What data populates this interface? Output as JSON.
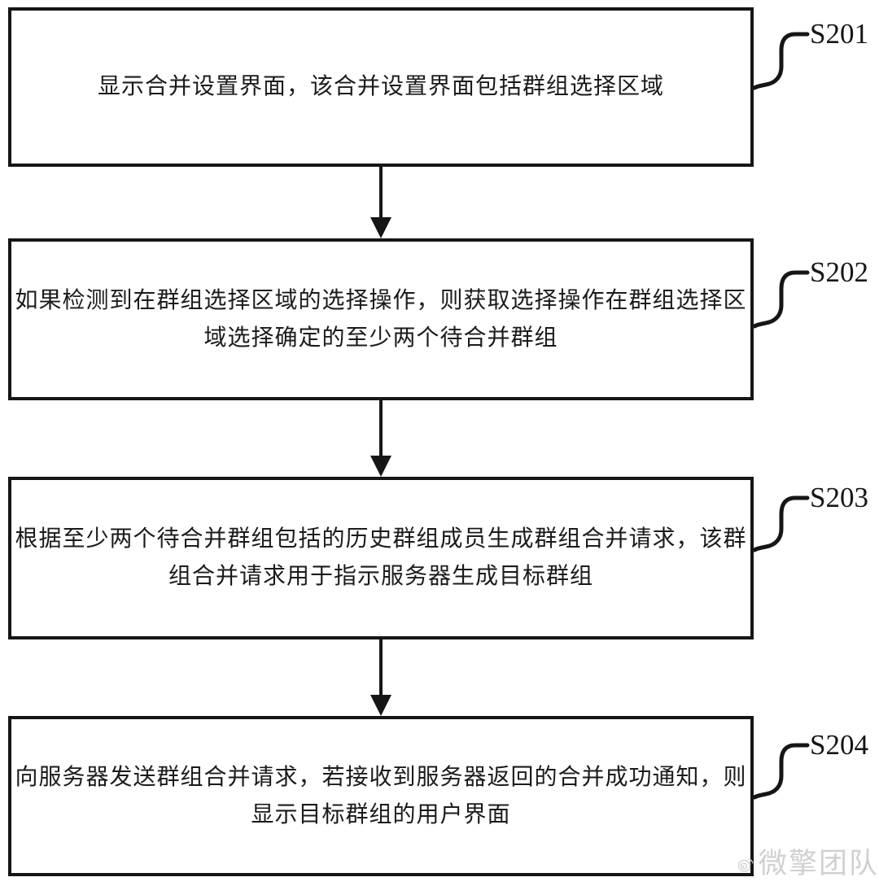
{
  "figure": {
    "type": "flowchart",
    "orientation": "vertical"
  },
  "steps": [
    {
      "id": "S201",
      "label": "S201",
      "lines": [
        "显示合并设置界面，该合并设置界面包括群组选择区域"
      ]
    },
    {
      "id": "S202",
      "label": "S202",
      "lines": [
        "如果检测到在群组选择区域的选择操作，则获取选择操作在群组选择区",
        "域选择确定的至少两个待合并群组"
      ]
    },
    {
      "id": "S203",
      "label": "S203",
      "lines": [
        "根据至少两个待合并群组包括的历史群组成员生成群组合并请求，该群",
        "组合并请求用于指示服务器生成目标群组"
      ]
    },
    {
      "id": "S204",
      "label": "S204",
      "lines": [
        "向服务器发送群组合并请求，若接收到服务器返回的合并成功通知，则",
        "显示目标群组的用户界面"
      ]
    }
  ],
  "watermark": {
    "text": "微擎团队",
    "icon": "weibo-eye-icon"
  },
  "colors": {
    "ink": "#161616",
    "watermark": "#d0d0d0",
    "background": "#ffffff"
  }
}
